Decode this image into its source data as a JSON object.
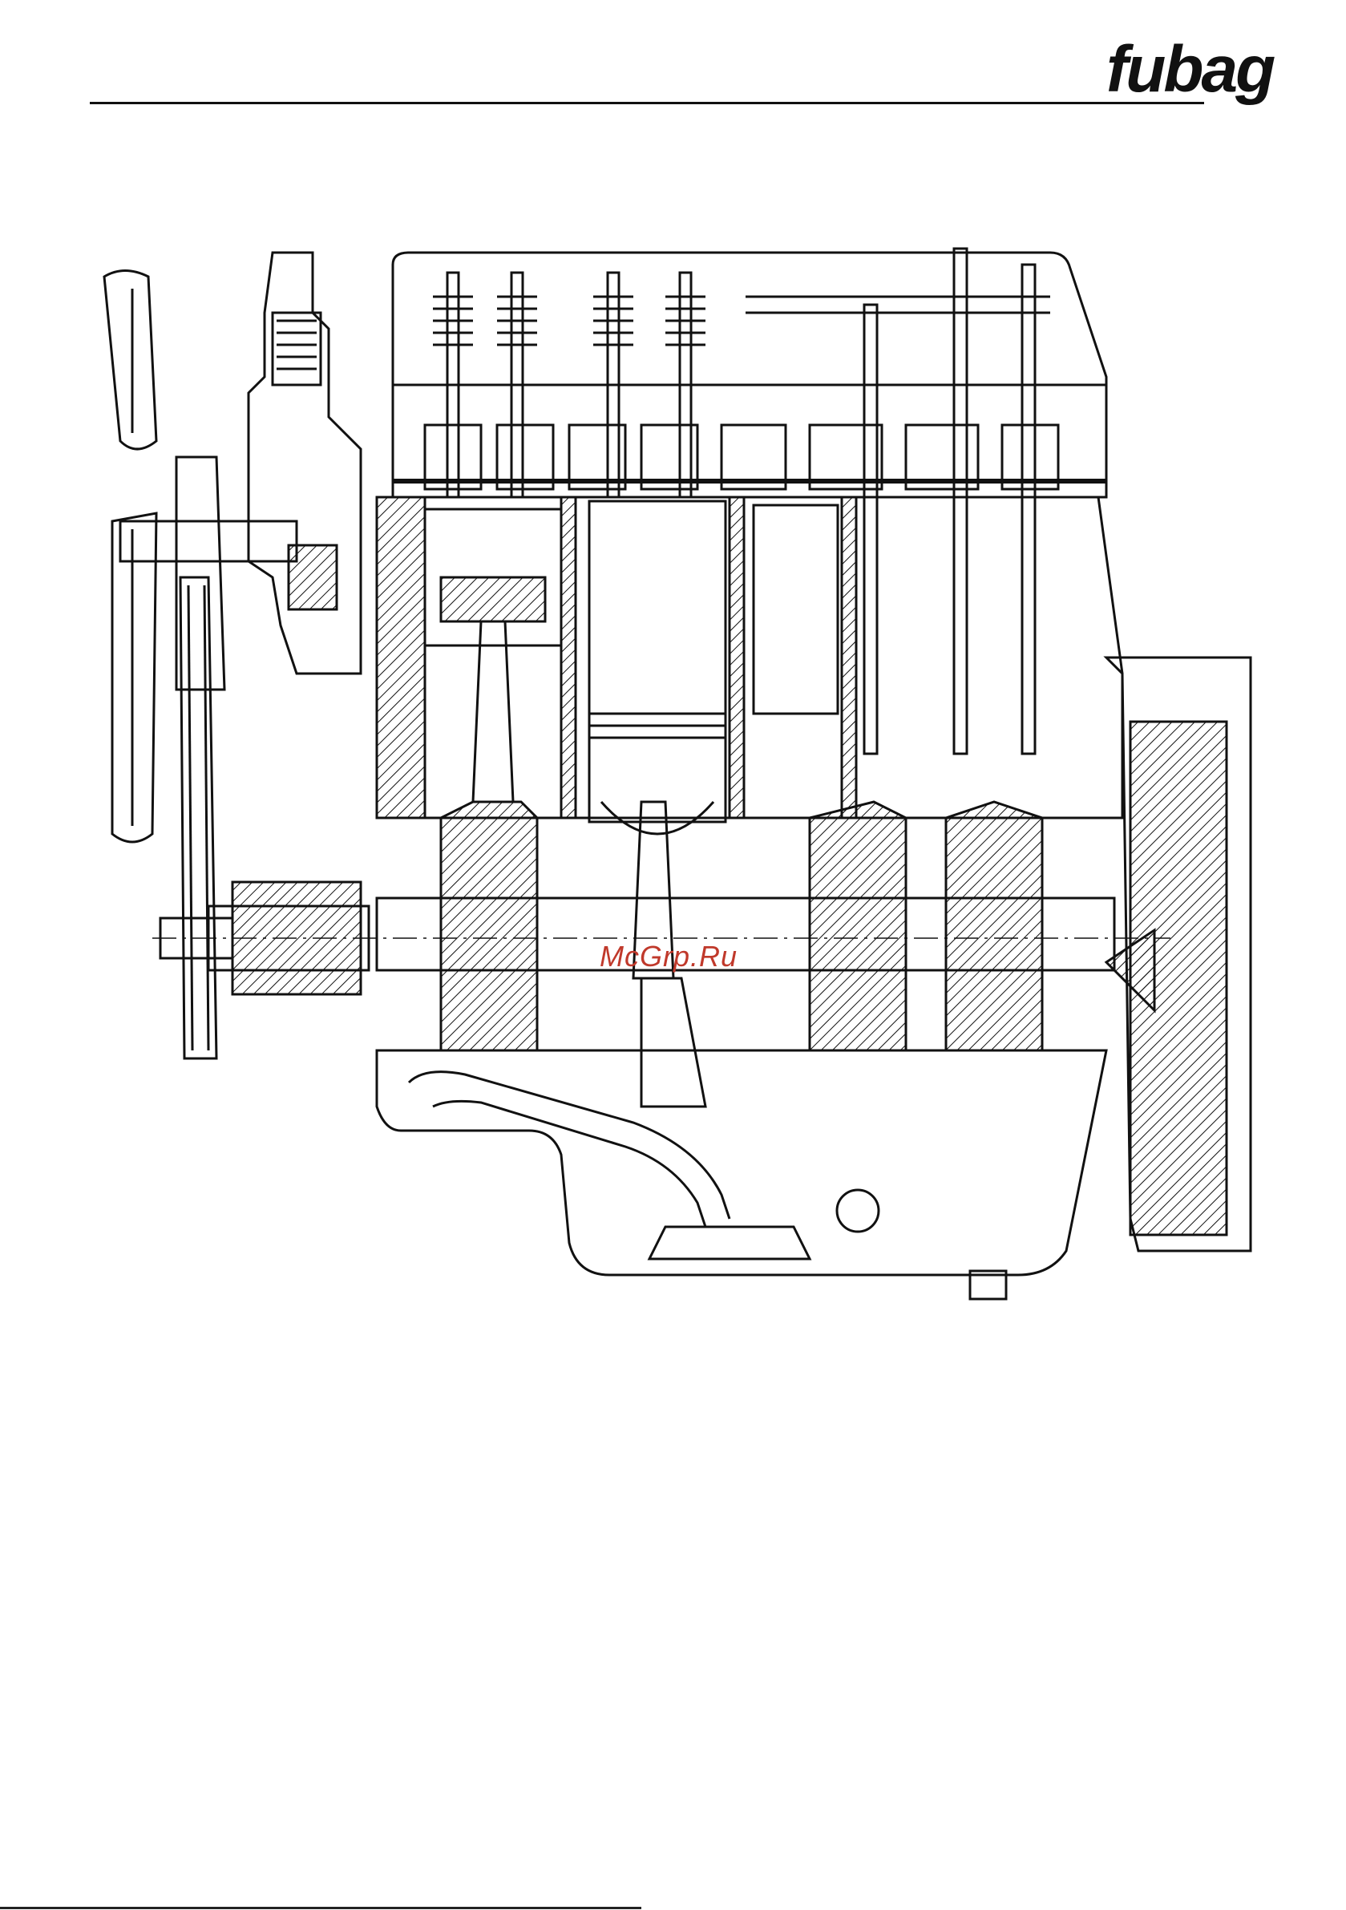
{
  "header": {
    "brand": "fubag"
  },
  "figure": {
    "icon": "engine-cross-section-drawing"
  },
  "watermark": {
    "text": "McGrp.Ru"
  },
  "colors": {
    "ink": "#111111",
    "watermark": "#c0392b",
    "background": "#ffffff"
  }
}
